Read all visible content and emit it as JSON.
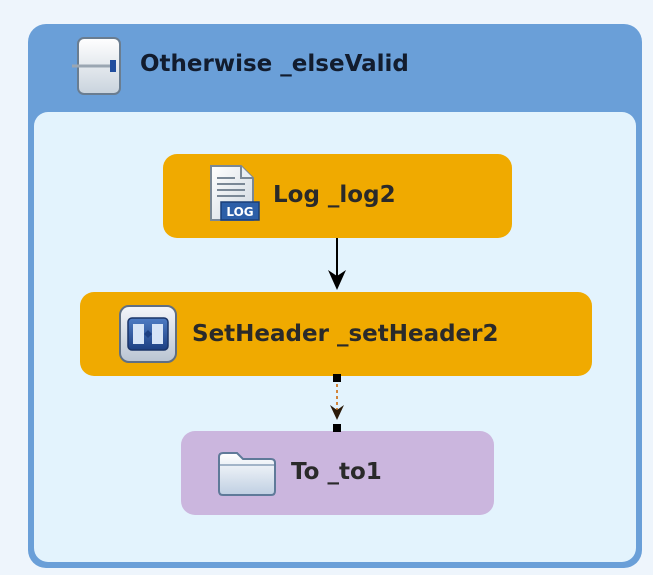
{
  "container": {
    "title": "Otherwise _elseValid",
    "icon": "otherwise-branch-icon",
    "header_color": "#6a9fd8",
    "body_color": "#e3f3fd"
  },
  "nodes": [
    {
      "id": "log",
      "label": "Log _log2",
      "icon": "log-document-icon",
      "icon_text": "LOG",
      "color": "#f0aa00"
    },
    {
      "id": "setheader",
      "label": "SetHeader _setHeader2",
      "icon": "set-header-icon",
      "color": "#f0aa00"
    },
    {
      "id": "to",
      "label": "To _to1",
      "icon": "folder-icon",
      "color": "#cbb6de"
    }
  ],
  "edges": [
    {
      "from": "log",
      "to": "setheader",
      "style": "solid"
    },
    {
      "from": "setheader",
      "to": "to",
      "style": "selected"
    }
  ]
}
